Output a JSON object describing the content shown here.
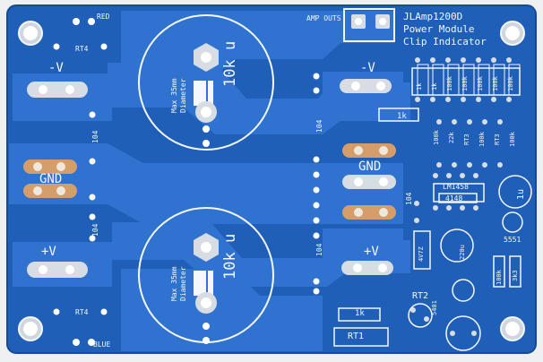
{
  "board": {
    "title_lines": [
      "JLAmp1200D",
      "Power Module",
      "Clip Indicator"
    ],
    "labels": {
      "amp_outs": "AMP OUTS",
      "red": "RED",
      "blue": "BLUE",
      "rt4_top": "RT4",
      "rt4_bottom": "RT4",
      "neg_v_left": "-V",
      "neg_v_right": "-V",
      "gnd_left": "GND",
      "gnd_right": "GND",
      "pos_v_left": "+V",
      "pos_v_right": "+V",
      "cap_104_a": "104",
      "cap_104_b": "104",
      "cap_104_c": "104",
      "cap_104_d": "104",
      "cap_104_e": "104",
      "cap_note_top": "Max 35mm",
      "cap_note_top_2": "Diameter",
      "cap_value_top": "10k u",
      "cap_note_bottom": "Max 35mm",
      "cap_note_bottom_2": "Diameter",
      "cap_value_bottom": "10k u",
      "res_1k_mid": "1k",
      "res_1k_bottom": "1k",
      "rt1": "RT1",
      "rt2": "RT2",
      "lm1458": "LM1458",
      "diode_4148": "4148",
      "cap_220u": "220u",
      "cap_1u": "1u",
      "chip_5551": "5551",
      "res_3k3": "3k3",
      "res_100k": "100k",
      "res_22k": "22k",
      "rt3_a": "RT3",
      "rt3_b": "RT3",
      "v4z": "4V7Z",
      "v5": "5401",
      "top_resistors": [
        "1k",
        "1k",
        "100k",
        "100k",
        "100k",
        "100k",
        "100k"
      ]
    }
  },
  "colors": {
    "background": "#eef0f2",
    "board": "#1f5fb7",
    "trace": "#2f72cf",
    "silk": "#f4f7fb",
    "pad": "#d8dde3",
    "copper": "#d49d6a",
    "hole": "#ffffff"
  }
}
